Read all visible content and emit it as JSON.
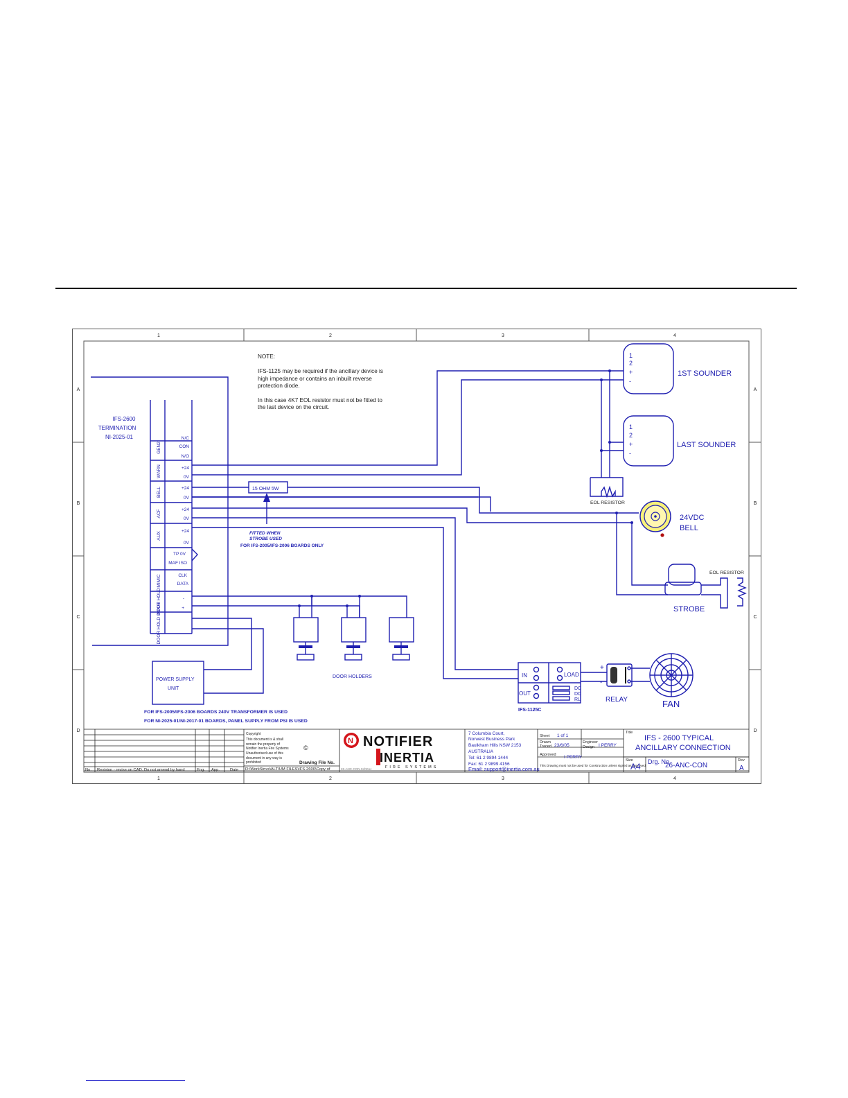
{
  "frame": {
    "col_labels": [
      "1",
      "2",
      "3",
      "4"
    ],
    "row_labels": [
      "A",
      "B",
      "C",
      "D"
    ]
  },
  "note": {
    "heading": "NOTE:",
    "lines": [
      "IFS-1125 may be required if the ancillary device is",
      "high impedance or contains an inbuilt reverse",
      "protection diode.",
      "In this case 4K7 EOL resistor must not be fitted to",
      "the last device on the circuit."
    ]
  },
  "termination": {
    "title_lines": [
      "IFS-2600",
      "TERMINATION",
      "NI-2025-01"
    ],
    "groups": [
      "GEN2",
      "WARN",
      "BELL",
      "ACF",
      "AUX",
      "",
      "MIMIC",
      "DOOR HOLD",
      "DOOR HOLD INPUT"
    ],
    "terminals": [
      "N/C",
      "CON",
      "N/O",
      "+24",
      "0V",
      "+24",
      "0V",
      "+24",
      "0V",
      "+24",
      "0V",
      "TP 0V",
      "MAF ISO",
      "CLK",
      "DATA",
      "-",
      "+"
    ]
  },
  "resistor_label": "15 OHM 5W",
  "fitted_note": [
    "FITTED WHEN",
    "STROBE USED",
    "FOR IFS-2005/IFS-2006 BOARDS ONLY"
  ],
  "devices": {
    "sounder1": {
      "pins": [
        "1",
        "2",
        "+",
        "-"
      ],
      "label": "1ST SOUNDER"
    },
    "sounder2": {
      "pins": [
        "1",
        "2",
        "+",
        "-"
      ],
      "label": "LAST SOUNDER"
    },
    "eol1": "EOL RESISTOR",
    "bell": [
      "24VDC",
      "BELL"
    ],
    "eol2": "EOL RESISTOR",
    "strobe": "STROBE",
    "door_holders": "DOOR HOLDERS",
    "power_supply": [
      "POWER SUPPLY",
      "UNIT"
    ],
    "ifs1125": {
      "label": "IFS-1125C",
      "in": "IN",
      "out": "OUT",
      "load": "LOAD",
      "pins": [
        "DC",
        "DC",
        "RL"
      ]
    },
    "relay": "RELAY",
    "fan": "FAN"
  },
  "psu_notes": [
    "FOR IFS-2005/IFS-2006 BOARDS   240V TRANSFORMER IS USED",
    "FOR NI-2025-01/NI-2017-01 BOARDS, PANEL SUPPLY FROM PSI IS USED"
  ],
  "title_block": {
    "rev_headers": [
      "No.",
      "Revision - revise on CAD.  Do not amend by hand",
      "Eng.",
      "App.",
      "Date"
    ],
    "copyright": [
      "Copyright",
      "This document is & shall",
      "remain the property of",
      "Notifier Inertia Fire Systems",
      "Unauthorised use of this",
      "document in any way is",
      "prohibited"
    ],
    "copyright_symbol": "©",
    "drawing_file_label": "Drawing File No.",
    "file_path": "R:\\WorkStnvs\\ALTIUM FILES\\IFS-2600\\Copy of",
    "file_code": "26-ANC-CON.SchDoc",
    "logo_primary": "NOTIFIER",
    "logo_secondary": "INERTIA",
    "logo_sub": "FIRE SYSTEMS",
    "address": [
      "7 Columbia Court,",
      "Norwest Business Park",
      "Baulkham Hills NSW 2153",
      "AUSTRALIA",
      "Tel:  61 2 9894 1444",
      "Fax:  61 2 9899 4156",
      "Email: support@inertia.com.au"
    ],
    "sheet_label": "Sheet",
    "sheet_value": "1  of  1",
    "drawn_label": "Drawn",
    "drawn_value": "23/6/05",
    "traced_label": "Traced",
    "engineer_label": "Engineer",
    "design_label": "Design",
    "engineer_value": "I PERRY",
    "approved_label": "Approved",
    "approved_value": "I PERRY",
    "approval_note": "This Drawing must not be used for Construction unless signed as approved",
    "title_label": "Title",
    "title_lines": [
      "IFS - 2600 TYPICAL",
      "ANCILLARY CONNECTION"
    ],
    "size_label": "Size",
    "size_value": "A4",
    "drg_label": "Drg. No.",
    "drg_value": "26-ANC-CON",
    "rev_label": "Rev",
    "rev_value": "A"
  }
}
